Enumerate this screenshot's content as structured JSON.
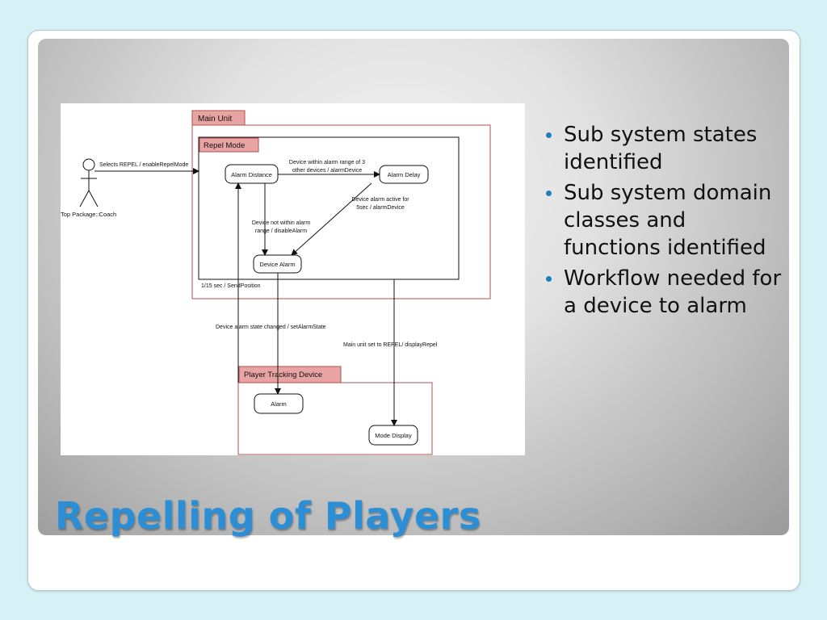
{
  "slide": {
    "title": "Repelling of Players",
    "bullets": [
      "Sub system states identified",
      "Sub system domain classes and functions identified",
      "Workflow needed for a device to alarm"
    ],
    "colors": {
      "background": "#d7f2f6",
      "title": "#2c8fd6",
      "bullet": "#1e7fbf",
      "frame_tab": "#e8a3a3",
      "frame_border": "#b05050"
    }
  },
  "diagram": {
    "frames": {
      "main_unit": "Main Unit",
      "repel_mode": "Repel Mode",
      "player_tracking": "Player Tracking Device"
    },
    "actor": "Top Package::Coach",
    "states": {
      "alarm_distance": "Alarm Distance",
      "alarm_delay": "Alarm Delay",
      "device_alarm": "Device Alarm",
      "alarm": "Alarm",
      "mode_display": "Mode Display"
    },
    "transitions": {
      "enable": "Selects REPEL / enableRepelMode",
      "in_range_1": "Device within alarm range of 3",
      "in_range_2": "other devices / alarmDevice",
      "active_1": "Device alarm active for",
      "active_2": "5sec / alarmDevice",
      "not_in_range_1": "Device not within alarm",
      "not_in_range_2": "range / disableAlarm",
      "send_position": "1/15 sec / SendPosition",
      "state_changed": "Device alarm state changed / setAlarmState",
      "main_unit_set": "Main unit set to REPEL/ displayRepel"
    }
  }
}
